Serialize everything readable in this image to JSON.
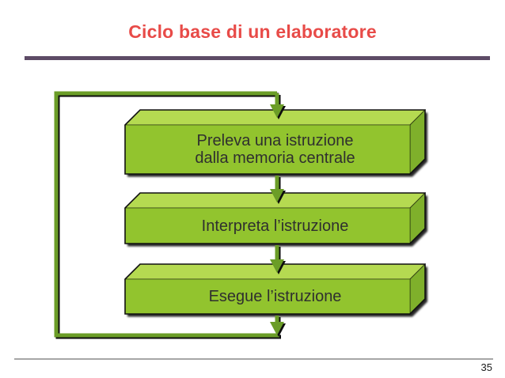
{
  "slide": {
    "title": "Ciclo base di un elaboratore",
    "page_number": "35"
  },
  "diagram": {
    "type": "looping-flowchart",
    "loop": "from last step back to first step",
    "steps": [
      {
        "line1": "Preleva una istruzione",
        "line2": "dalla memoria centrale"
      },
      {
        "line1": "Interpreta l’istruzione"
      },
      {
        "line1": "Esegue l’istruzione"
      }
    ]
  },
  "colors": {
    "title": "#e84b48",
    "title_rule": "#5d4b66",
    "box_front": "#92c42e",
    "box_top": "#b5da51",
    "box_side": "#7fb02b",
    "box_outline": "#111111",
    "connector": "#6b9d27",
    "connector_shadow": "#0d0d0d",
    "label_text": "#2f2f2f",
    "footer_rule": "#a6a6a6",
    "page_number": "#1a1a1a"
  }
}
